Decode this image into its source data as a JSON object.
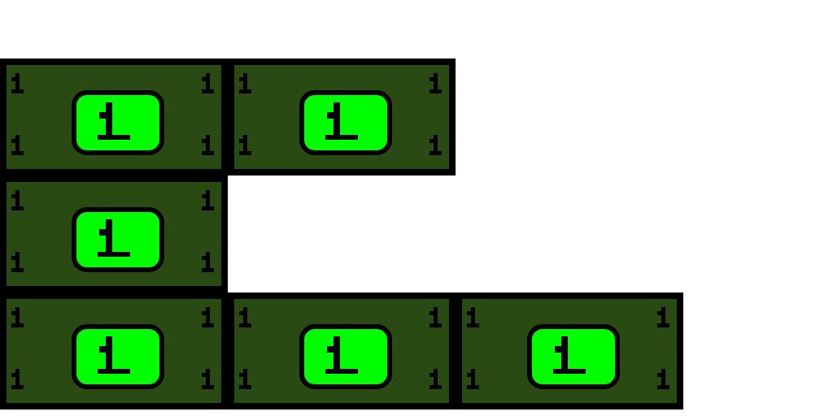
{
  "colors": {
    "bill": "#2a4a14",
    "center": "#00ff00",
    "ink": "#000000",
    "background": "#ffffff"
  },
  "denomination": "1",
  "rows": [
    [
      {
        "label": "1"
      },
      {
        "label": "1"
      }
    ],
    [
      {
        "label": "1"
      }
    ],
    [
      {
        "label": "1"
      },
      {
        "label": "1"
      },
      {
        "label": "1"
      }
    ]
  ]
}
